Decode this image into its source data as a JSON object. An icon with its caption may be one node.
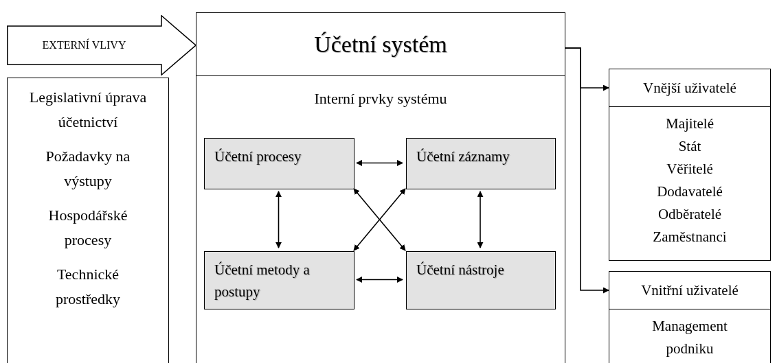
{
  "diagram": {
    "nodes": [
      {
        "text": [
          "EXTERNÍ VLIVY"
        ]
      },
      {
        "text": [
          "Legislativní úprava účetnictví",
          "Požadavky na výstupy",
          "Hospodářské procesy",
          "Technické prostředky"
        ]
      },
      {
        "text": [
          "Účetní systém",
          "Interní prvky systému"
        ]
      },
      {
        "text": [
          "Účetní procesy"
        ],
        "in": 2
      },
      {
        "text": [
          "Účetní záznamy"
        ],
        "in": 2
      },
      {
        "text": [
          "Účetní metody a postupy"
        ],
        "in": 2
      },
      {
        "text": [
          "Účetní nástroje"
        ],
        "in": 2
      },
      {
        "text": [
          "Vnější uživatelé",
          "Majitelé",
          "Stát",
          "Věřitelé",
          "Dodavatelé",
          "Odběratelé",
          "Zaměstnanci"
        ]
      },
      {
        "text": [
          "Vnitřní uživatelé",
          "Management podniku"
        ]
      }
    ],
    "edges": [
      {
        "from": 3,
        "to": 4,
        "arrow": "both"
      },
      {
        "from": 3,
        "to": 5,
        "arrow": "both"
      },
      {
        "from": 4,
        "to": 6,
        "arrow": "both"
      },
      {
        "from": 3,
        "to": 6,
        "arrow": "both"
      },
      {
        "from": 4,
        "to": 5,
        "arrow": "both"
      },
      {
        "from": 5,
        "to": 6,
        "arrow": "both"
      },
      {
        "from": 2,
        "to": 7,
        "arrow": "to"
      },
      {
        "from": 2,
        "to": 8,
        "arrow": "to"
      }
    ]
  }
}
